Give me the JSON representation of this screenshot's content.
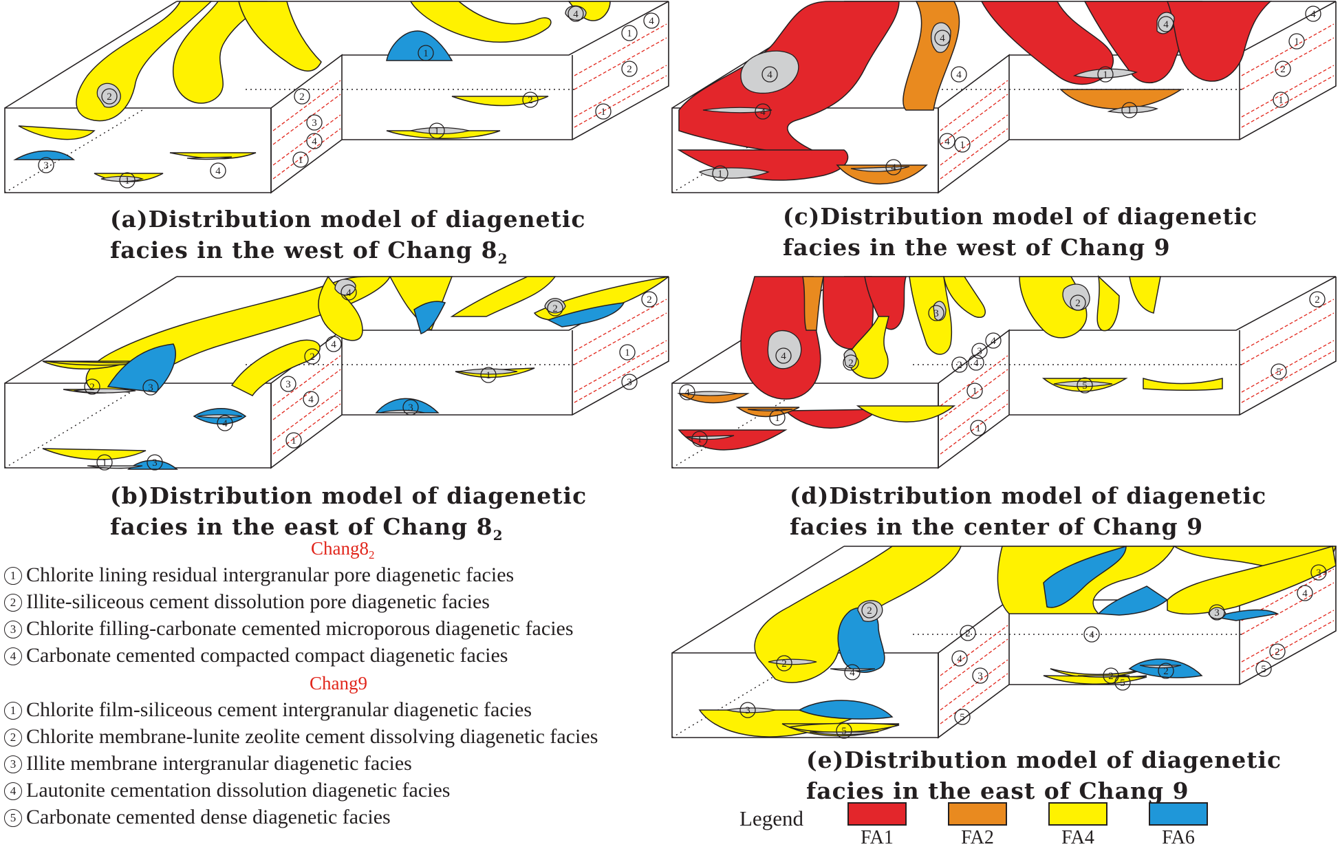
{
  "panels": [
    {
      "id": "a",
      "caption_line1": "(a)Distribution model of diagenetic",
      "caption_line2_main": "facies in the west of Chang 8",
      "caption_line2_sub": "2"
    },
    {
      "id": "b",
      "caption_line1": "(b)Distribution model of diagenetic",
      "caption_line2_main": "facies in the east of Chang 8",
      "caption_line2_sub": "2"
    },
    {
      "id": "c",
      "caption_line1": "(c)Distribution model of diagenetic",
      "caption_line2_main": "facies in the west of Chang 9",
      "caption_line2_sub": ""
    },
    {
      "id": "d",
      "caption_line1": "(d)Distribution model of diagenetic",
      "caption_line2_main": "facies in the center of Chang 9",
      "caption_line2_sub": ""
    },
    {
      "id": "e",
      "caption_line1": "(e)Distribution model of diagenetic",
      "caption_line2_main": "facies in the east of Chang 9",
      "caption_line2_sub": ""
    }
  ],
  "chang8": {
    "title_main": "Chang8",
    "title_sub": "2",
    "items": [
      {
        "num": "1",
        "text": "Chlorite lining residual intergranular pore diagenetic facies"
      },
      {
        "num": "2",
        "text": "Illite-siliceous cement dissolution pore diagenetic facies"
      },
      {
        "num": "3",
        "text": "Chlorite filling-carbonate cemented microporous diagenetic facies"
      },
      {
        "num": "4",
        "text": "Carbonate cemented compacted compact diagenetic facies"
      }
    ]
  },
  "chang9": {
    "title": "Chang9",
    "items": [
      {
        "num": "1",
        "text": "Chlorite film-siliceous cement intergranular diagenetic facies"
      },
      {
        "num": "2",
        "text": "Chlorite membrane-lunite zeolite cement dissolving diagenetic facies"
      },
      {
        "num": "3",
        "text": "Illite membrane intergranular diagenetic facies"
      },
      {
        "num": "4",
        "text": "Lautonite cementation dissolution diagenetic facies"
      },
      {
        "num": "5",
        "text": "Carbonate cemented dense diagenetic facies"
      }
    ]
  },
  "legend": {
    "label": "Legend",
    "items": [
      {
        "name": "FA1",
        "color": "#e3262b"
      },
      {
        "name": "FA2",
        "color": "#e98a1f"
      },
      {
        "name": "FA4",
        "color": "#fff200"
      },
      {
        "name": "FA6",
        "color": "#1f97d9"
      }
    ]
  },
  "colors": {
    "gray": "#cfd0d1",
    "outline": "#231f20",
    "dash": "#e1251b"
  }
}
